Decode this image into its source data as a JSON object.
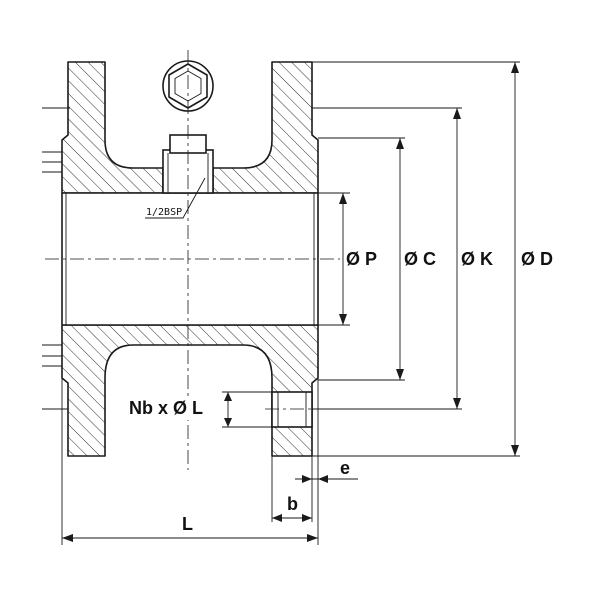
{
  "drawing": {
    "labels": {
      "phi_p": "Ø P",
      "phi_c": "Ø C",
      "phi_k": "Ø K",
      "phi_d": "Ø D",
      "bolt": "Nb x Ø L",
      "length": "L",
      "thickness": "b",
      "raised_face": "e",
      "drain_thread": "1/2BSP"
    },
    "colors": {
      "line": "#1a1a1a",
      "background": "#ffffff"
    }
  }
}
